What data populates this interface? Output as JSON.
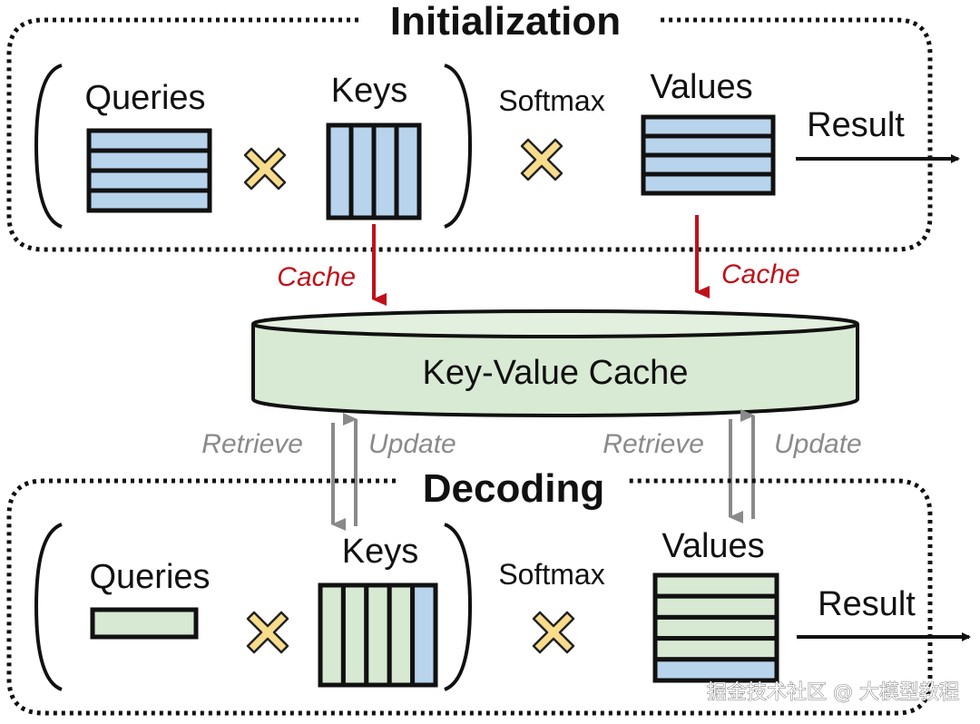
{
  "colors": {
    "matrix_blue": "#b8d3ec",
    "matrix_green": "#d7e8d3",
    "cache_fill": "#d9ead4",
    "multiply_fill": "#f7dc8c",
    "cache_arrow": "#c0101a",
    "grey_arrow": "#8a8a8a",
    "outline": "#111111"
  },
  "initialization": {
    "title": "Initialization",
    "queries_label": "Queries",
    "keys_label": "Keys",
    "softmax_label": "Softmax",
    "values_label": "Values",
    "result_label": "Result",
    "queries_rows": 4,
    "keys_cols": 4,
    "values_rows": 4
  },
  "cache_links": {
    "keys_cache_label": "Cache",
    "values_cache_label": "Cache"
  },
  "kv_cache": {
    "label": "Key-Value Cache"
  },
  "cache_io": {
    "keys_retrieve": "Retrieve",
    "keys_update": "Update",
    "values_retrieve": "Retrieve",
    "values_update": "Update"
  },
  "decoding": {
    "title": "Decoding",
    "queries_label": "Queries",
    "keys_label": "Keys",
    "softmax_label": "Softmax",
    "values_label": "Values",
    "result_label": "Result",
    "queries_rows": 1,
    "keys_cols": 5,
    "keys_new_cols": 1,
    "values_rows": 5,
    "values_new_rows": 1
  },
  "watermark": "掘金技术社区 @ 大模型教程"
}
